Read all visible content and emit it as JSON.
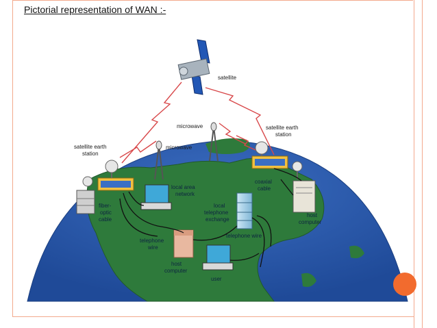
{
  "page": {
    "title": "Pictorial representation of  WAN :-"
  },
  "labels": {
    "satellite": "satellite",
    "microwave_top": "microwave",
    "microwave_left": "microwave",
    "sat_earth_left_1": "satellite earth",
    "sat_earth_left_2": "station",
    "sat_earth_right_1": "satellite earth",
    "sat_earth_right_2": "station",
    "lan_1": "local area",
    "lan_2": "network",
    "fiber_1": "fiber-",
    "fiber_2": "optic",
    "fiber_3": "cable",
    "coaxial_1": "coaxial",
    "coaxial_2": "cable",
    "local_tel_1": "local",
    "local_tel_2": "telephone",
    "local_tel_3": "exchange",
    "host_right_1": "host",
    "host_right_2": "computer",
    "tel_wire_right": "telephone wire",
    "tel_wire_left_1": "telephone",
    "tel_wire_left_2": "wire",
    "host_center_1": "host",
    "host_center_2": "computer",
    "user": "user"
  },
  "colors": {
    "ocean": "#2a58a8",
    "land": "#2f7a3a",
    "signal": "#d8484a",
    "frame": "#f3a98c",
    "accent": "#f26b2e"
  }
}
